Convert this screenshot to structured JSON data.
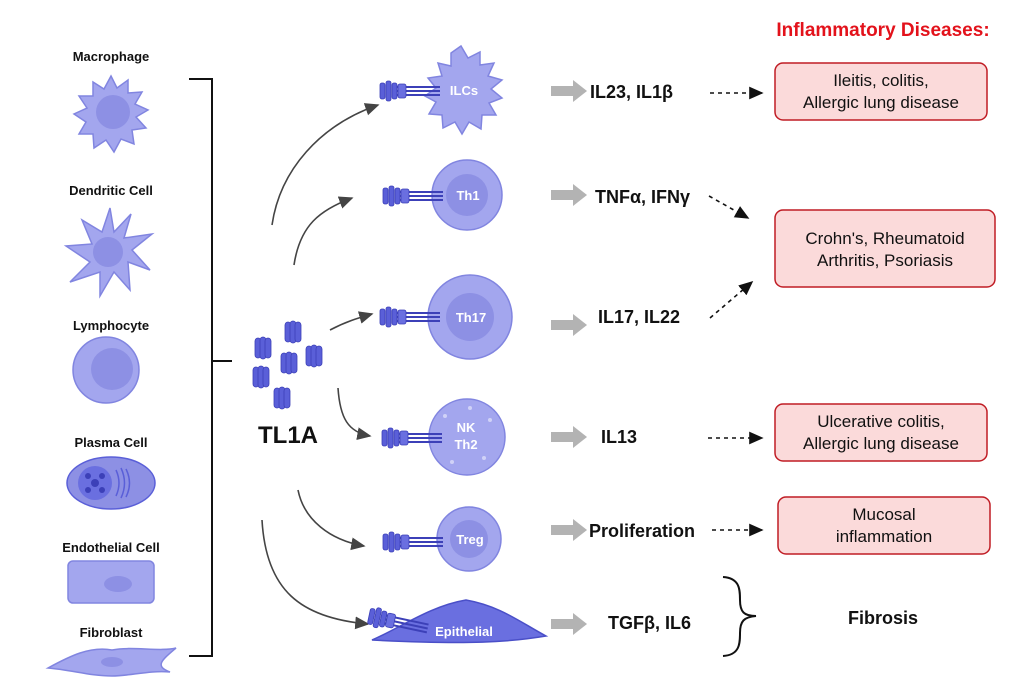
{
  "title": "Inflammatory Diseases:",
  "ligand": "TL1A",
  "source_cells": [
    "Macrophage",
    "Dendritic Cell",
    "Lymphocyte",
    "Plasma Cell",
    "Endothelial Cell",
    "Fibroblast"
  ],
  "target_cells": [
    {
      "label": "ILCs",
      "cytokines": "IL23, IL1β"
    },
    {
      "label": "Th1",
      "cytokines": "TNFα, IFNγ"
    },
    {
      "label": "Th17",
      "cytokines": "IL17, IL22"
    },
    {
      "label": "NK\nTh2",
      "line1": "NK",
      "line2": "Th2",
      "cytokines": "IL13"
    },
    {
      "label": "Treg",
      "cytokines": "Proliferation"
    },
    {
      "label": "Epithelial",
      "cytokines": "TGFβ, IL6"
    }
  ],
  "diseases": [
    {
      "line1": "Ileitis, colitis,",
      "line2": "Allergic lung disease"
    },
    {
      "line1": "Crohn's, Rheumatoid",
      "line2": "Arthritis, Psoriasis"
    },
    {
      "line1": "Ulcerative colitis,",
      "line2": "Allergic lung disease"
    },
    {
      "line1": "Mucosal",
      "line2": "inflammation"
    }
  ],
  "outcome": "Fibrosis",
  "colors": {
    "cell": "#a3a6ee",
    "receptor": "#5a5fd8",
    "disease_box": "#fbdada",
    "disease_border": "#c01c24",
    "title": "#e3121b",
    "arrow_gray": "#b3b3b3"
  }
}
